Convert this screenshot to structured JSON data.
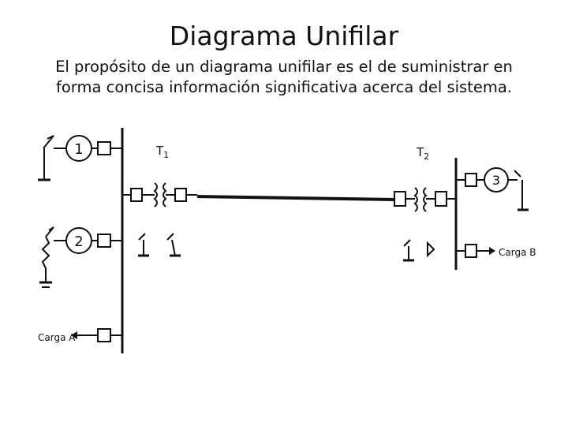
{
  "slide": {
    "title": "Diagrama Unifilar",
    "body": "El propósito de un diagrama unifilar es el de suministrar en forma concisa información significativa acerca del sistema."
  },
  "diagram": {
    "generators": [
      {
        "id": "gen-1",
        "label": "1"
      },
      {
        "id": "gen-2",
        "label": "2"
      },
      {
        "id": "gen-3",
        "label": "3"
      }
    ],
    "transformers": [
      {
        "id": "t1",
        "label": "T",
        "subscript": "1"
      },
      {
        "id": "t2",
        "label": "T",
        "subscript": "2"
      }
    ],
    "loads": [
      {
        "id": "load-a",
        "label": "Carga A"
      },
      {
        "id": "load-b",
        "label": "Carga B"
      }
    ]
  }
}
